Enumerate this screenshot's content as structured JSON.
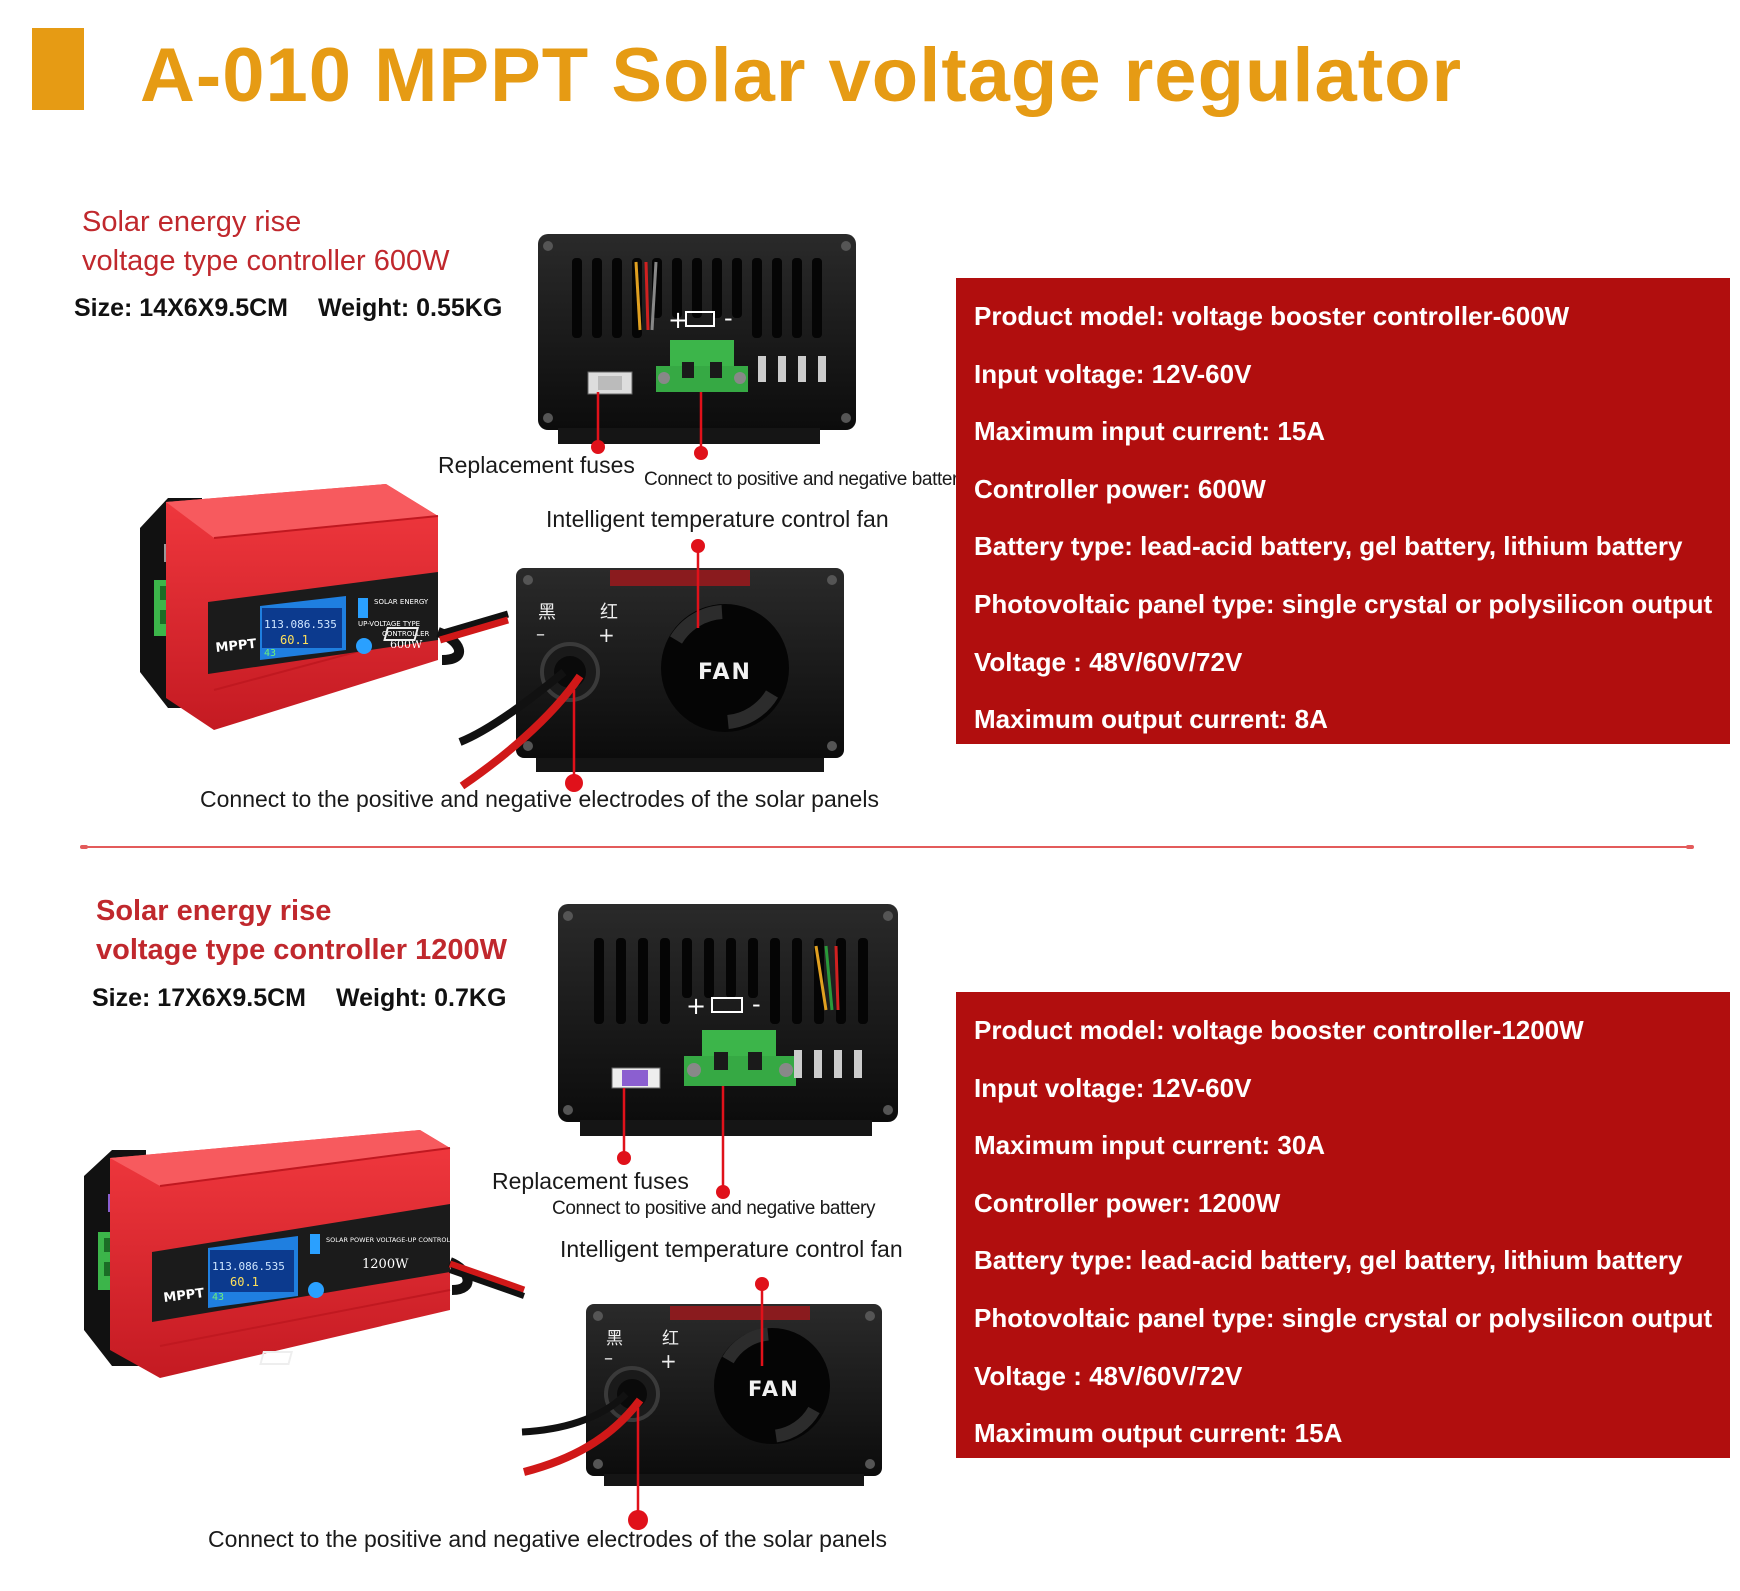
{
  "page": {
    "title": "A-010  MPPT Solar voltage regulator"
  },
  "colors": {
    "accent": "#e69b14",
    "heading_red": "#c0282d",
    "spec_box": "#b10e0e",
    "callout_dot": "#e0111a"
  },
  "products": [
    {
      "heading_line1": "Solar energy rise",
      "heading_line2": "voltage type controller 600W",
      "size": "Size: 14X6X9.5CM",
      "weight": "Weight: 0.55KG",
      "device_label_mppt": "MPPT",
      "device_label_power": "600W",
      "panel_text_1": "SOLAR ENERGY",
      "panel_text_2": "UP-VOLTAGE TYPE",
      "panel_text_3": "CONTROLLER",
      "lcd_value_1": "113.086.535",
      "lcd_value_2": "60.1",
      "lcd_value_3": "43",
      "fan_label": "FAN",
      "terminal_plus_minus": "+ ▭ -",
      "label_black": "黑",
      "label_red": "红",
      "callouts": {
        "fuses": "Replacement fuses",
        "battery": "Connect to positive and negative battery",
        "fan": "Intelligent temperature control fan",
        "solar": "Connect to the positive and negative electrodes of the solar panels"
      },
      "specs": [
        "Product model: voltage booster controller-600W",
        "Input voltage: 12V-60V",
        "Maximum input current: 15A",
        "Controller power: 600W",
        "Battery type: lead-acid battery, gel battery, lithium battery",
        "Photovoltaic panel type: single crystal or polysilicon output",
        "Voltage : 48V/60V/72V",
        "Maximum output current: 8A"
      ]
    },
    {
      "heading_line1": "Solar energy rise",
      "heading_line2": "voltage type controller 1200W",
      "size": "Size: 17X6X9.5CM",
      "weight": "Weight: 0.7KG",
      "device_label_mppt": "MPPT",
      "device_label_power": "1200W",
      "panel_text_1": "SOLAR POWER VOLTAGE-UP CONTROLLER",
      "lcd_value_1": "113.086.535",
      "lcd_value_2": "60.1",
      "lcd_value_3": "43",
      "fan_label": "FAN",
      "terminal_plus_minus": "+ ▭ -",
      "label_black": "黑",
      "label_red": "红",
      "callouts": {
        "fuses": "Replacement fuses",
        "battery": "Connect to positive and negative battery",
        "fan": "Intelligent temperature control fan",
        "solar": "Connect to the positive and negative electrodes of the solar panels"
      },
      "specs": [
        "Product model: voltage booster controller-1200W",
        "Input voltage: 12V-60V",
        "Maximum input current: 30A",
        "Controller power: 1200W",
        "Battery type: lead-acid battery, gel battery, lithium battery",
        "Photovoltaic panel type: single crystal or polysilicon output",
        "Voltage : 48V/60V/72V",
        "Maximum output current: 15A"
      ]
    }
  ]
}
